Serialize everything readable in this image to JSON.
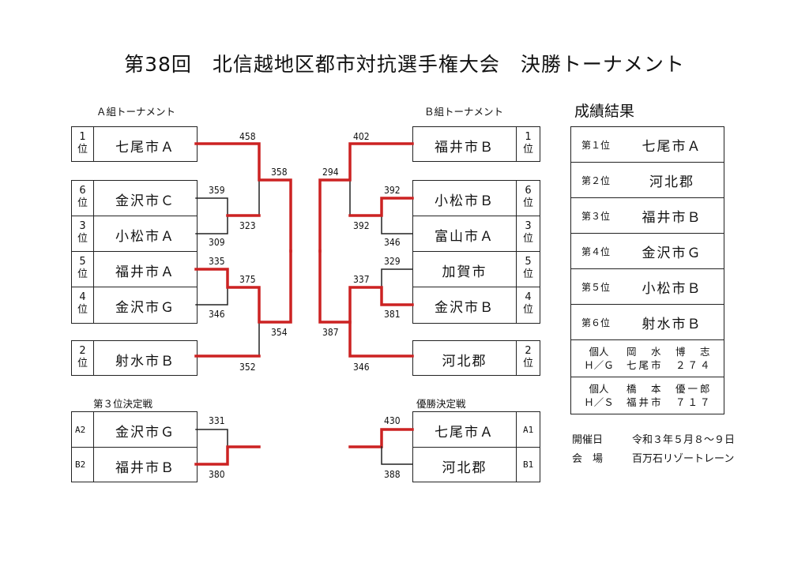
{
  "title": "第38回　北信越地区都市対抗選手権大会　決勝トーナメント",
  "groupA": {
    "label": "Ａ組トーナメント",
    "teams": [
      {
        "rank": [
          "1",
          "位"
        ],
        "name": "七尾市Ａ"
      },
      {
        "rank": [
          "6",
          "位"
        ],
        "name": "金沢市Ｃ"
      },
      {
        "rank": [
          "3",
          "位"
        ],
        "name": "小松市Ａ"
      },
      {
        "rank": [
          "5",
          "位"
        ],
        "name": "福井市Ａ"
      },
      {
        "rank": [
          "4",
          "位"
        ],
        "name": "金沢市Ｇ"
      },
      {
        "rank": [
          "2",
          "位"
        ],
        "name": "射水市Ｂ"
      }
    ],
    "scores": {
      "s458": "458",
      "s358": "358",
      "s359": "359",
      "s323": "323",
      "s309": "309",
      "s335": "335",
      "s375": "375",
      "s346": "346",
      "s354": "354",
      "s352": "352"
    }
  },
  "groupB": {
    "label": "Ｂ組トーナメント",
    "teams": [
      {
        "rank": [
          "1",
          "位"
        ],
        "name": "福井市Ｂ"
      },
      {
        "rank": [
          "6",
          "位"
        ],
        "name": "小松市Ｂ"
      },
      {
        "rank": [
          "3",
          "位"
        ],
        "name": "富山市Ａ"
      },
      {
        "rank": [
          "5",
          "位"
        ],
        "name": "加賀市"
      },
      {
        "rank": [
          "4",
          "位"
        ],
        "name": "金沢市Ｂ"
      },
      {
        "rank": [
          "2",
          "位"
        ],
        "name": "河北郡"
      }
    ],
    "scores": {
      "s402": "402",
      "s294": "294",
      "s392a": "392",
      "s392b": "392",
      "s346": "346",
      "s329": "329",
      "s337": "337",
      "s381": "381",
      "s387": "387",
      "s346b": "346"
    }
  },
  "third": {
    "label": "第３位決定戦",
    "teams": [
      {
        "code": "A2",
        "name": "金沢市Ｇ"
      },
      {
        "code": "B2",
        "name": "福井市Ｂ"
      }
    ],
    "scores": {
      "top": "331",
      "bottom": "380"
    }
  },
  "final": {
    "label": "優勝決定戦",
    "teams": [
      {
        "code": "A1",
        "name": "七尾市Ａ"
      },
      {
        "code": "B1",
        "name": "河北郡"
      }
    ],
    "scores": {
      "top": "430",
      "bottom": "388"
    }
  },
  "results": {
    "heading": "成績結果",
    "rows": [
      {
        "rank": "第１位",
        "team": "七尾市Ａ"
      },
      {
        "rank": "第２位",
        "team": "河北郡"
      },
      {
        "rank": "第３位",
        "team": "福井市Ｂ"
      },
      {
        "rank": "第４位",
        "team": "金沢市Ｇ"
      },
      {
        "rank": "第５位",
        "team": "小松市Ｂ"
      },
      {
        "rank": "第６位",
        "team": "射水市Ｂ"
      }
    ],
    "individual": [
      {
        "label1": "個人",
        "label2": "Ｈ／Ｇ",
        "line1": "岡　水　博　志",
        "line2": "七尾市　２７４"
      },
      {
        "label1": "個人",
        "label2": "Ｈ／Ｓ",
        "line1": "橋　本　優一郎",
        "line2": "福井市　７１７"
      }
    ]
  },
  "info": {
    "date_label": "開催日",
    "date_value": "令和３年５月８～９日",
    "venue_label": "会　場",
    "venue_value": "百万石リゾートレーン"
  },
  "colors": {
    "winner_line": "#cc2222",
    "line": "#222222"
  }
}
